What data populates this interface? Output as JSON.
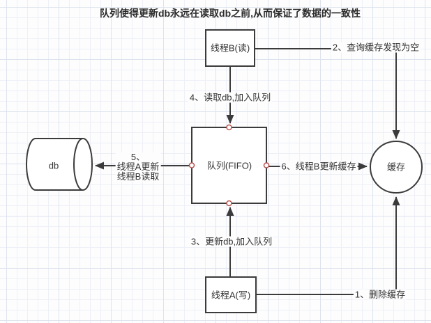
{
  "diagram": {
    "title": "队列使得更新db永远在读取db之前,从而保证了数据的一致性",
    "nodes": {
      "thread_b": {
        "label": "线程B(读)",
        "shape": "rectangle"
      },
      "thread_a": {
        "label": "线程A(写)",
        "shape": "rectangle"
      },
      "queue": {
        "label": "队列(FIFO)",
        "shape": "rectangle"
      },
      "cache": {
        "label": "缓存",
        "shape": "circle"
      },
      "db": {
        "label": "db",
        "shape": "cylinder"
      }
    },
    "edges": {
      "e1": {
        "label": "1、删除缓存",
        "from": "thread_a",
        "to": "cache"
      },
      "e2": {
        "label": "2、查询缓存发现为空",
        "from": "thread_b",
        "to": "cache"
      },
      "e3": {
        "label": "3、更新db,加入队列",
        "from": "thread_a",
        "to": "queue"
      },
      "e4": {
        "label": "4、读取db,加入队列",
        "from": "thread_b",
        "to": "queue"
      },
      "e5": {
        "lines": [
          "5、",
          "线程A更新",
          "线程B读取"
        ],
        "from": "queue",
        "to": "db"
      },
      "e6": {
        "label": "6、线程B更新缓存",
        "from": "queue",
        "to": "cache"
      }
    },
    "colors": {
      "stroke": "#3b3b3b",
      "text": "#333333",
      "connection_point_stroke": "#b85450",
      "shape_fill": "#ffffff",
      "grid_minor": "#edf0f7",
      "grid_major": "#dde3ee"
    }
  }
}
